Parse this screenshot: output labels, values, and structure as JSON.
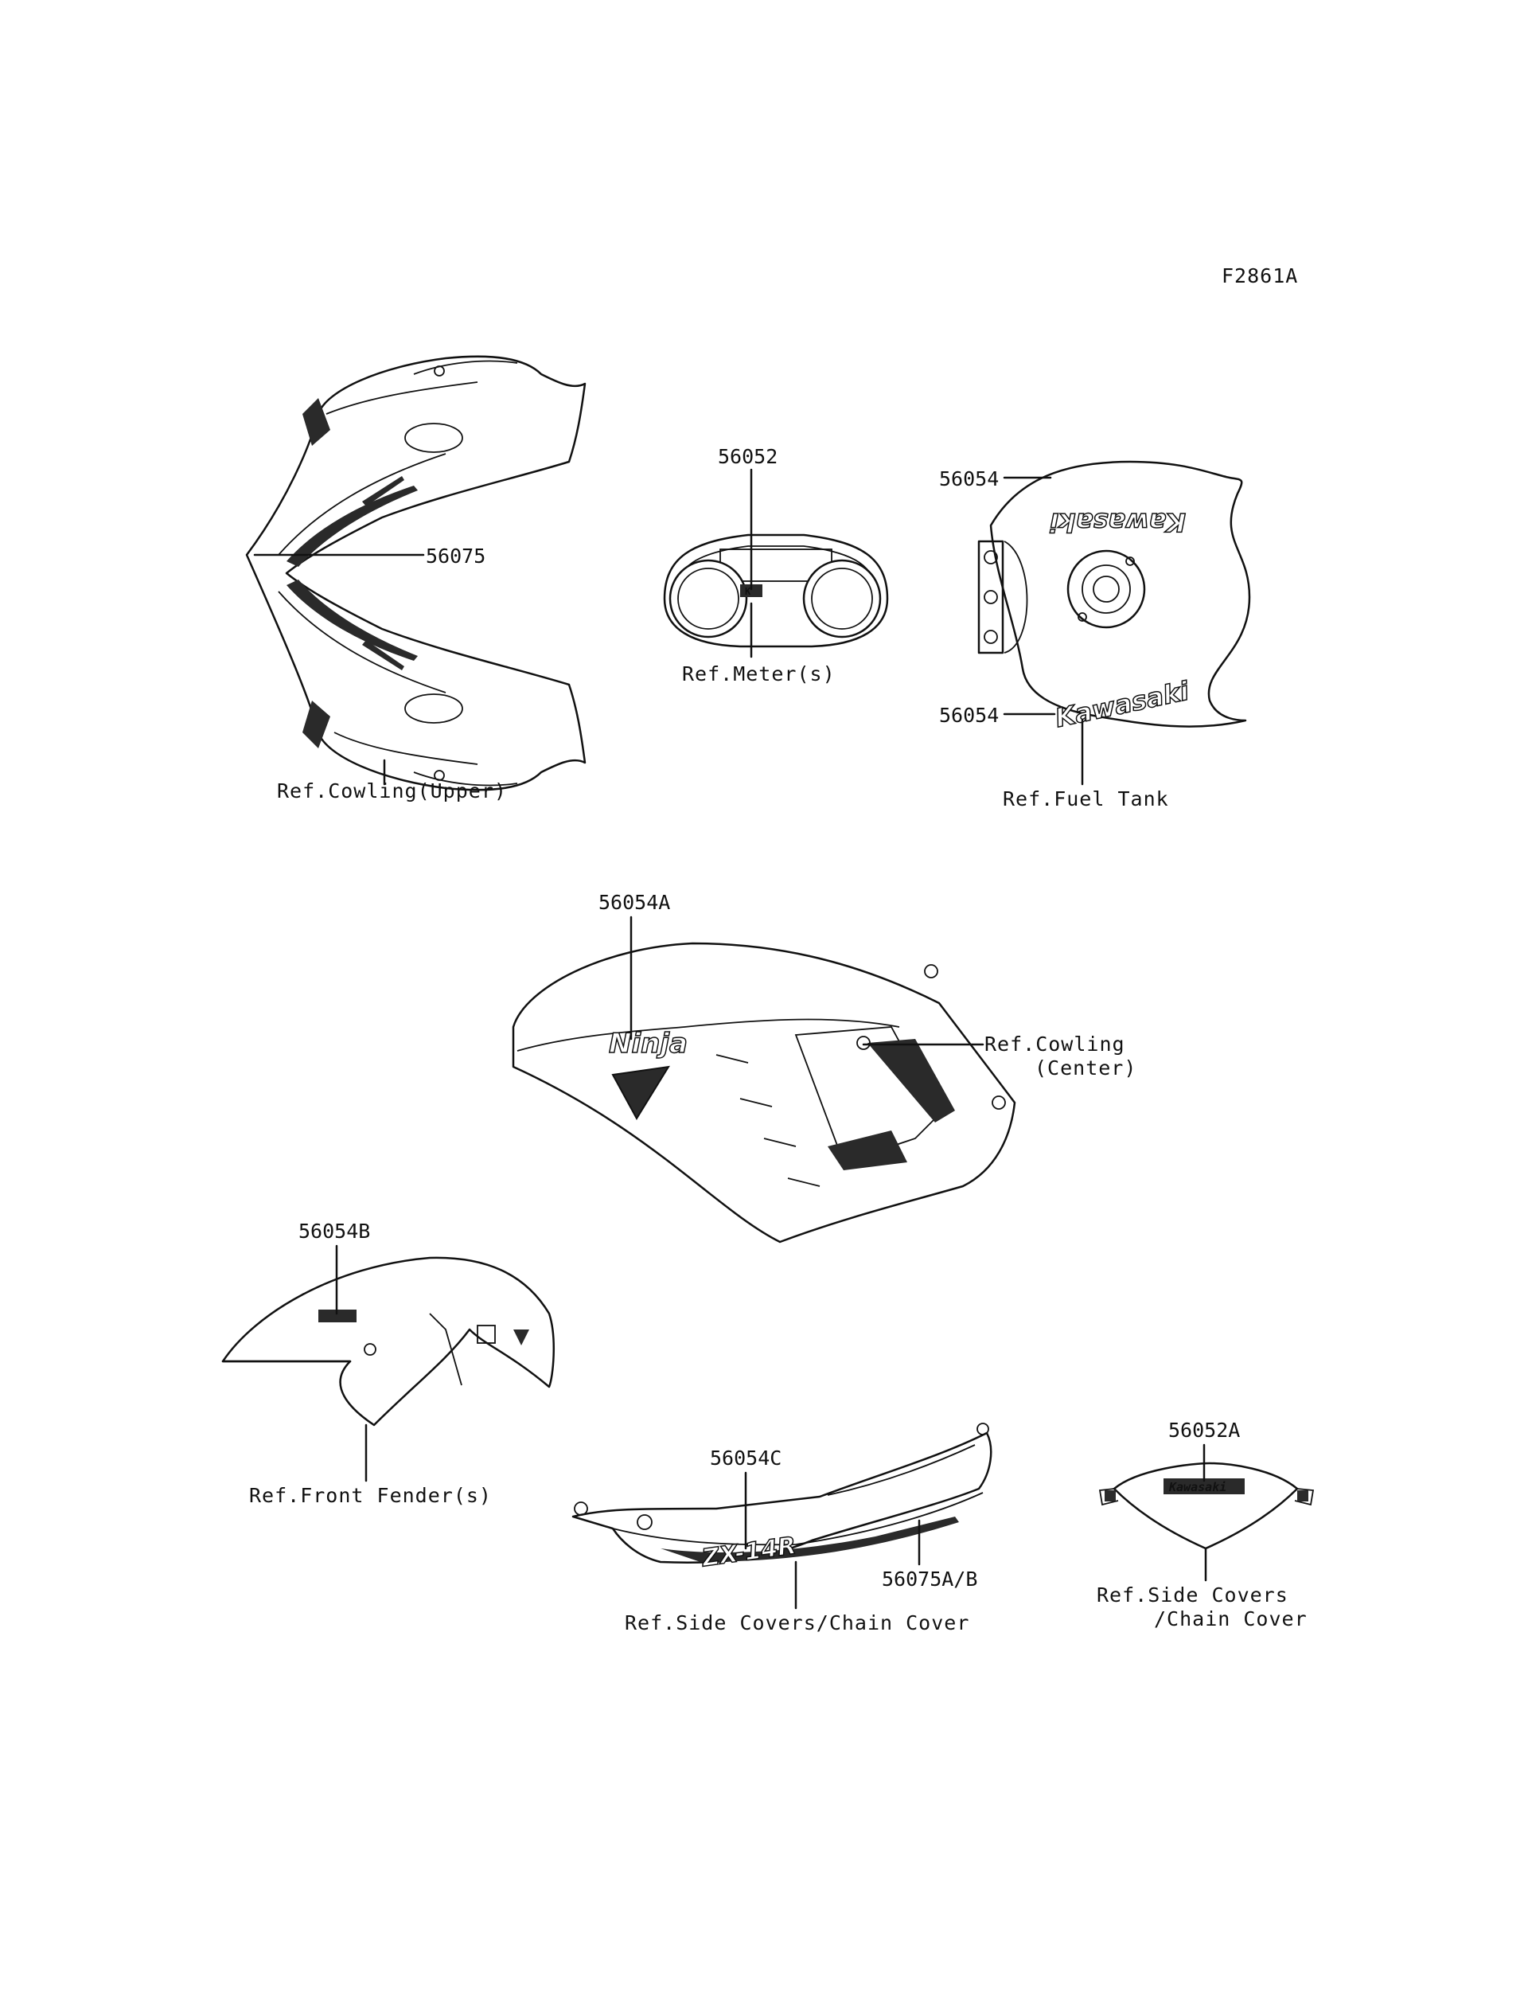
{
  "figure_code": "F2861A",
  "parts": {
    "p56075": "56075",
    "p56052": "56052",
    "p56054_top": "56054",
    "p56054_bottom": "56054",
    "p56054A": "56054A",
    "p56054B": "56054B",
    "p56054C": "56054C",
    "p56075AB": "56075A/B",
    "p56052A": "56052A"
  },
  "refs": {
    "cowling_upper": "Ref.Cowling(Upper)",
    "meters": "Ref.Meter(s)",
    "fuel_tank": "Ref.Fuel Tank",
    "cowling_center_1": "Ref.Cowling",
    "cowling_center_2": "(Center)",
    "front_fender": "Ref.Front Fender(s)",
    "side_covers_chain": "Ref.Side Covers/Chain Cover",
    "side_covers_1": "Ref.Side Covers",
    "side_covers_2": "/Chain Cover"
  },
  "decals": {
    "tank_logo": "Kawasaki",
    "center_logo": "Ninja",
    "side_logo": "ZX-14R",
    "tail_logo": "Kawasaki"
  }
}
